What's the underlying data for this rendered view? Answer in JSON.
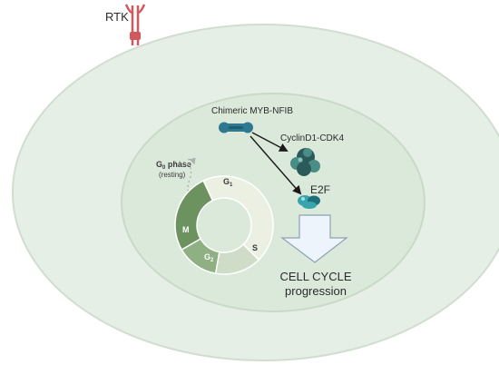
{
  "receptor": {
    "label": "RTK"
  },
  "fusion": {
    "label": "Chimeric MYB-NFIB"
  },
  "complex": {
    "label": "CyclinD1-CDK4"
  },
  "factor": {
    "label": "E2F"
  },
  "outcome": {
    "line1": "CELL CYCLE",
    "line2": "progression"
  },
  "quiescence": {
    "main": "G",
    "sub": "0",
    "suffix": " phase",
    "note": "(resting)"
  },
  "phases": {
    "g1": {
      "main": "G",
      "sub": "1"
    },
    "s": {
      "main": "S"
    },
    "g2": {
      "main": "G",
      "sub": "2"
    },
    "m": {
      "main": "M"
    }
  },
  "colors": {
    "cytoplasm": "#e6efe5",
    "cytoplasm_border": "#d0ddd0",
    "nucleus": "#dbe9da",
    "nucleus_border": "#c9d9c8",
    "rtk": "#d2585e",
    "fusion": "#2f7990",
    "fusion_dark": "#1f5d72",
    "cdk4": "#2a5a5a",
    "cdk4_light": "#4a8c86",
    "e2f": "#3aa4ae",
    "e2f_dark": "#1e6f79",
    "g1": "#ebf0e3",
    "s": "#cfdcc8",
    "g2": "#8fb083",
    "m": "#6c9260",
    "arrow_fill": "#eef4fc",
    "arrow_stroke": "#8aa2b8",
    "text": "#2b2b2b"
  }
}
